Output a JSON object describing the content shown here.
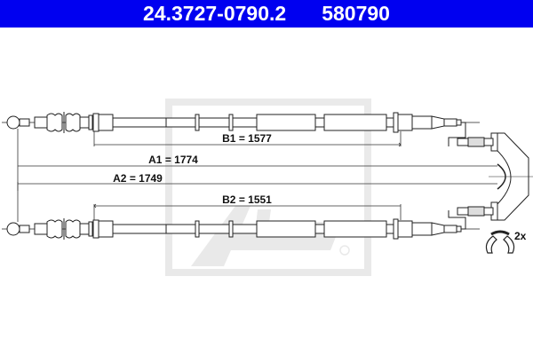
{
  "header": {
    "part_number": "24.3727-0790.2",
    "article_number": "580790",
    "background_color": "#0000f0",
    "text_color": "#ffffff"
  },
  "dimensions": {
    "b1": {
      "label": "B1 = 1577",
      "name": "B1",
      "value": 1577
    },
    "a1": {
      "label": "A1 = 1774",
      "name": "A1",
      "value": 1774
    },
    "a2": {
      "label": "A2 = 1749",
      "name": "A2",
      "value": 1749
    },
    "b2": {
      "label": "B2 = 1551",
      "name": "B2",
      "value": 1551
    }
  },
  "accessory": {
    "icon": "retaining-clip-icon",
    "quantity_label": "2x"
  },
  "watermark": {
    "icon": "ate-logo-icon"
  }
}
